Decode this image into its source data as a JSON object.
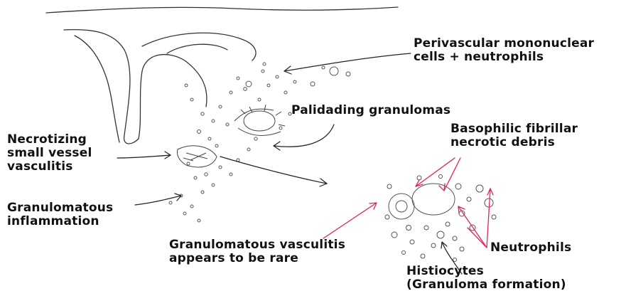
{
  "labels": {
    "perivascular": {
      "line1": "Perivascular mononuclear",
      "line2": "cells + neutrophils"
    },
    "palisading": {
      "line1": "Palidading granulomas"
    },
    "basophilic": {
      "line1": "Basophilic fibrillar",
      "line2": "necrotic debris"
    },
    "necrotizing": {
      "line1": "Necrotizing",
      "line2": "small vessel",
      "line3": "vasculitis"
    },
    "granulomatous_inflammation": {
      "line1": "Granulomatous",
      "line2": "inflammation"
    },
    "granulomatous_vasculitis": {
      "line1": "Granulomatous vasculitis",
      "line2": "appears to be rare"
    },
    "neutrophils": {
      "line1": "Neutrophils"
    },
    "histiocytes": {
      "line1": "Histiocytes",
      "line2": "(Granuloma formation)"
    }
  },
  "colors": {
    "ink": "#222222",
    "pointer_red": "#e0245e",
    "background": "#ffffff"
  }
}
